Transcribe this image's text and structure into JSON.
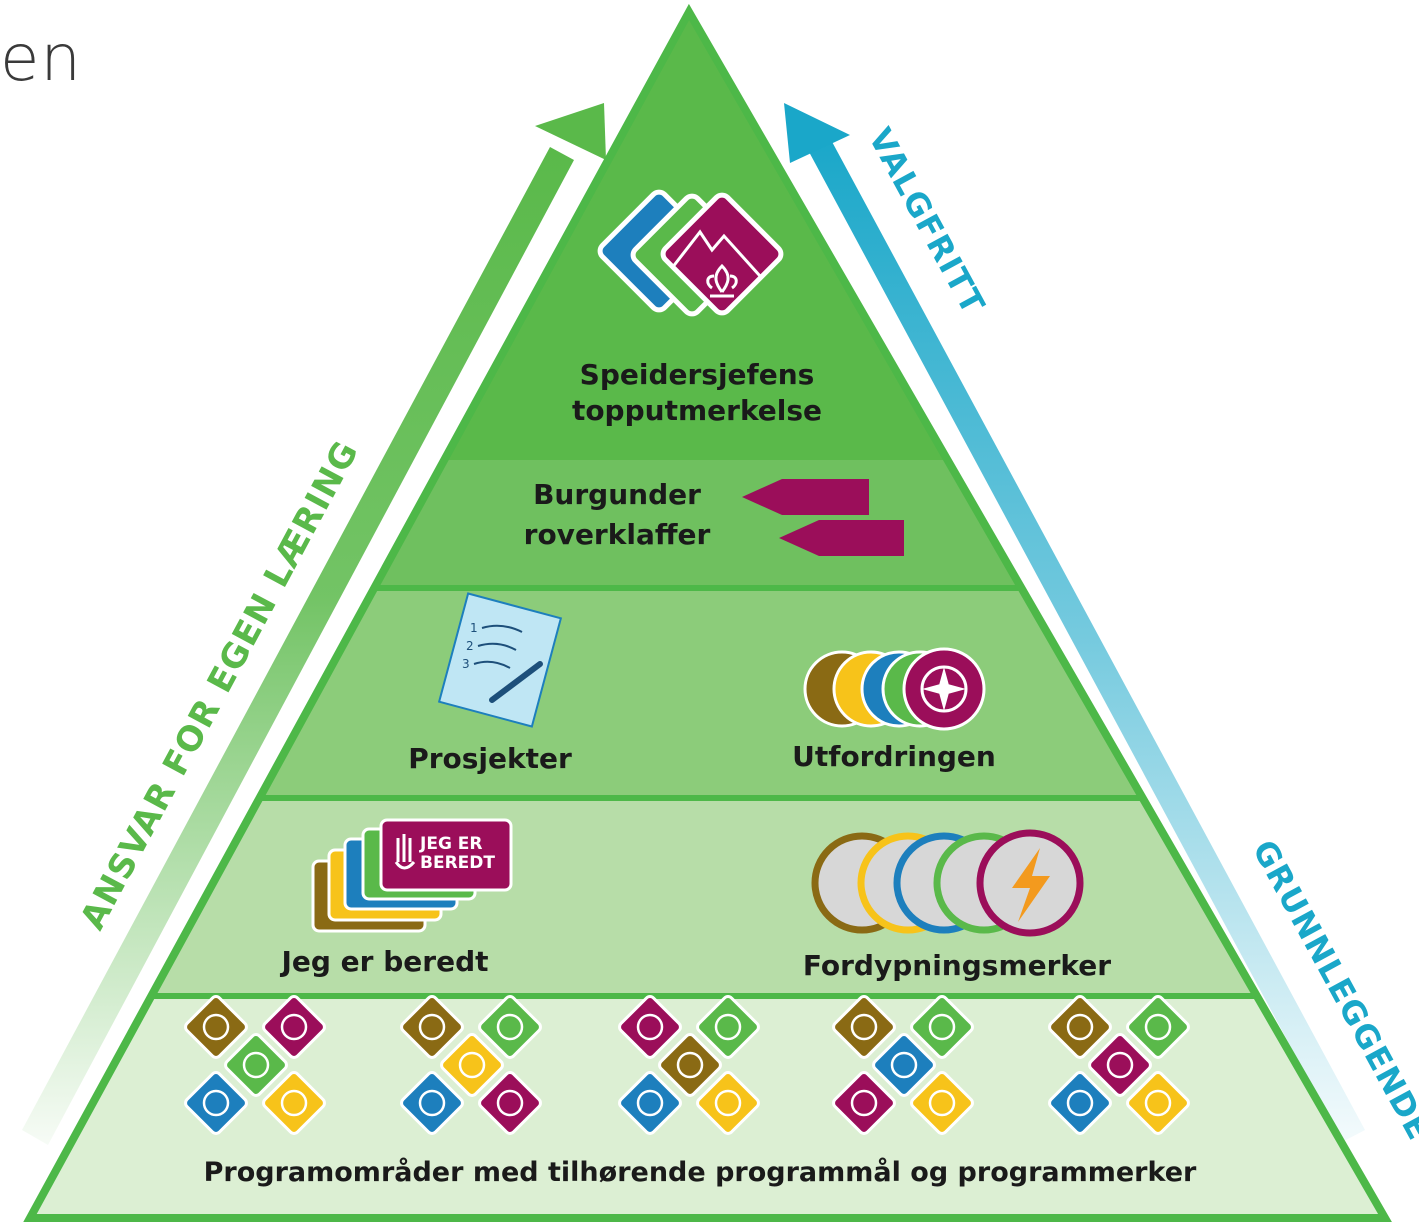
{
  "page": {
    "title_fragment": "en"
  },
  "arrows": {
    "left": {
      "label": "ANSVAR FOR EGEN LÆRING",
      "color": "#5ab94a"
    },
    "right_top": {
      "label": "VALGFRITT",
      "color": "#1aa7c9"
    },
    "right_bottom": {
      "label": "GRUNNLEGGENDE",
      "color": "#1aa7c9"
    }
  },
  "pyramid": {
    "colors": {
      "outline": "#4db848",
      "top": "#5ab94a",
      "tier2": "#8ccc7a",
      "tier3": "#b7dda8",
      "base": "#dcefd3",
      "burgundy": "#9b0e5a",
      "brown": "#8a6a14",
      "yellow": "#f7c31a",
      "blue": "#1d7fbd",
      "green": "#5ab94a",
      "cyan": "#1aa7c9"
    },
    "top": {
      "badge_label": "Speidersjefens topputmerkelse",
      "badge_label_line1": "Speidersjefens",
      "badge_label_line2": "topputmerkelse",
      "flaps_label_line1": "Burgunder",
      "flaps_label_line2": "roverklaffer"
    },
    "tier2": {
      "left_label": "Prosjekter",
      "right_label": "Utfordringen",
      "doc_lines": [
        "1",
        "2",
        "3"
      ]
    },
    "tier3": {
      "left_label": "Jeg er beredt",
      "card_text_line1": "JEG ER",
      "card_text_line2": "BEREDT",
      "right_label": "Fordypningsmerker"
    },
    "base": {
      "label": "Programområder med tilhørende programmål og programmerker"
    }
  }
}
